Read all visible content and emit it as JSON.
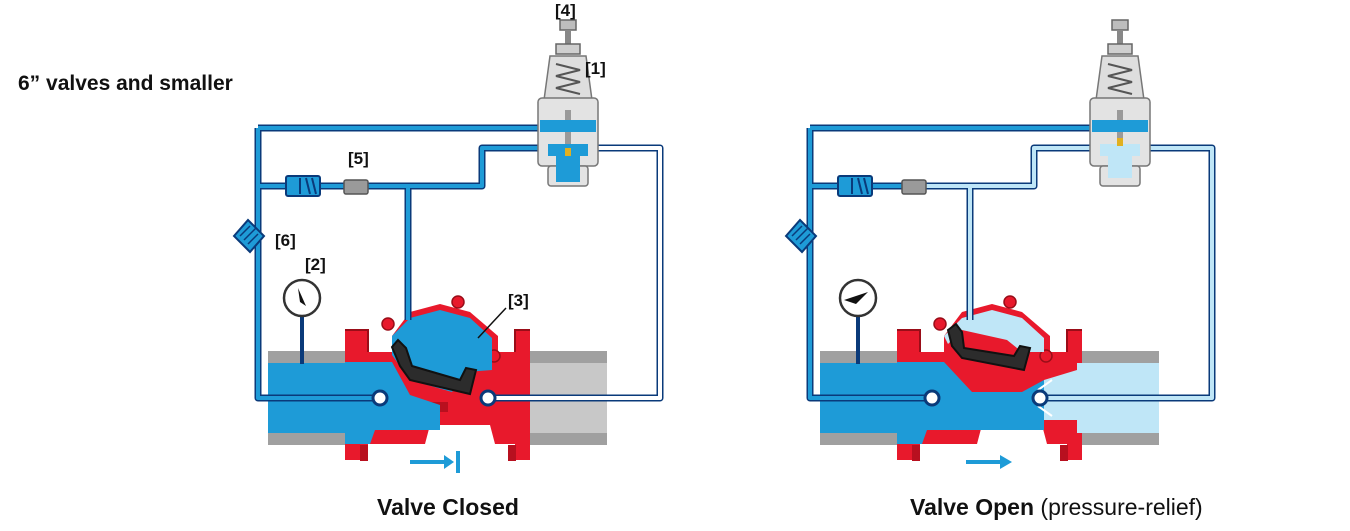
{
  "heading": "6” valves and smaller",
  "labels": {
    "pilot": "[1]",
    "gauge": "[2]",
    "cover": "[3]",
    "adjust": "[4]",
    "restriction": "[5]",
    "strainer": "[6]"
  },
  "captions": {
    "closed": "Valve Closed",
    "open_main": "Valve Open",
    "open_note": "(pressure-relief)"
  },
  "colors": {
    "water": "#1e9bd7",
    "water_light": "#bfe6f7",
    "valve_body": "#e8192c",
    "pipe_outline": "#0a3a7a",
    "flange": "#9a9a9a"
  },
  "icons": [
    "arrow-right-icon",
    "gauge-icon",
    "strainer-icon",
    "check-valve-icon",
    "spring-icon"
  ]
}
